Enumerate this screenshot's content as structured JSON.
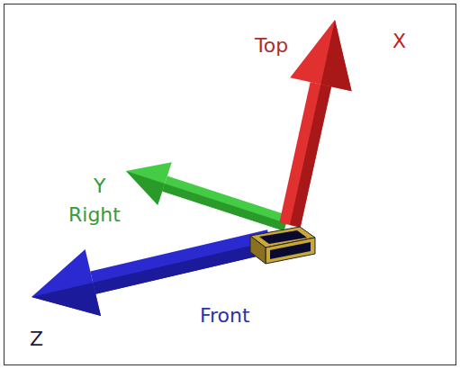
{
  "diagram": {
    "labels": [
      "Top",
      "X",
      "Y",
      "Right",
      "Front",
      "Z"
    ]
  }
}
